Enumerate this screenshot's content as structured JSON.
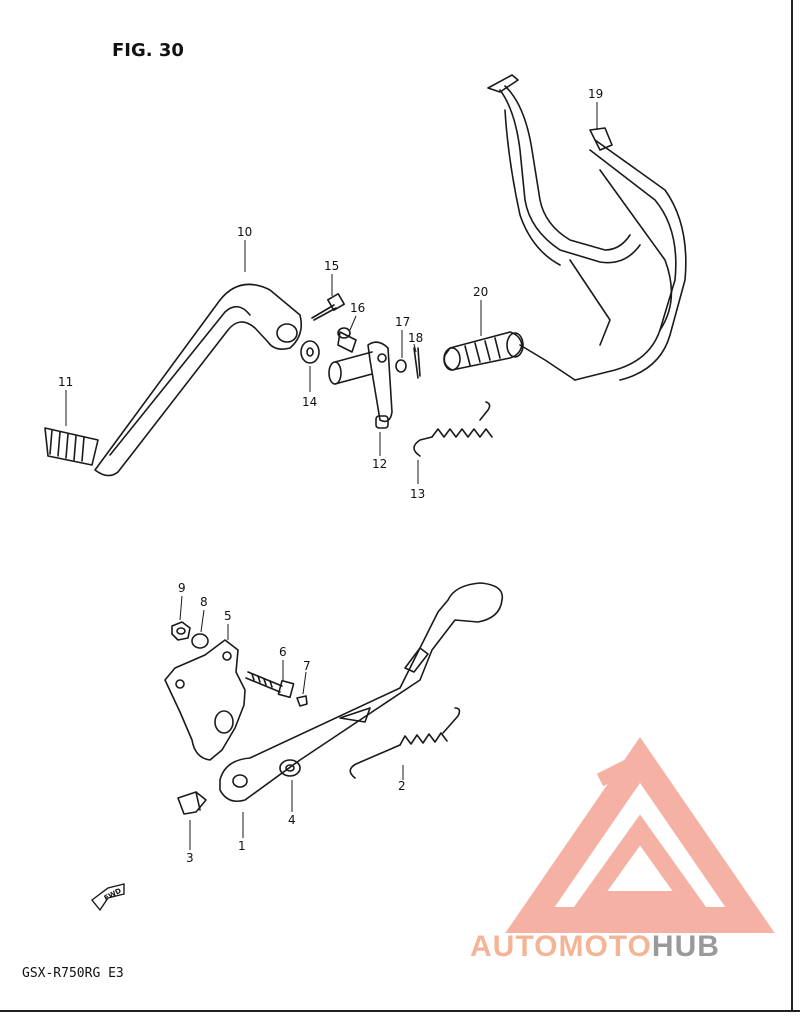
{
  "figure": {
    "title": "FIG. 30",
    "model": "GSX-R750RG  E3"
  },
  "callouts": [
    {
      "num": "1"
    },
    {
      "num": "2"
    },
    {
      "num": "3"
    },
    {
      "num": "4"
    },
    {
      "num": "5"
    },
    {
      "num": "6"
    },
    {
      "num": "7"
    },
    {
      "num": "8"
    },
    {
      "num": "9"
    },
    {
      "num": "10"
    },
    {
      "num": "11"
    },
    {
      "num": "12"
    },
    {
      "num": "13"
    },
    {
      "num": "14"
    },
    {
      "num": "15"
    },
    {
      "num": "16"
    },
    {
      "num": "17"
    },
    {
      "num": "18"
    },
    {
      "num": "19"
    },
    {
      "num": "20"
    }
  ],
  "fwd_arrow": {
    "label": "FWD"
  },
  "watermark": {
    "text_part1": "AUTOMOTO",
    "text_part2": "HUB",
    "color_primary": "#f4a493",
    "color_secondary": "#9a9a9a"
  },
  "colors": {
    "line": "#1a1a1a",
    "background": "#ffffff"
  }
}
